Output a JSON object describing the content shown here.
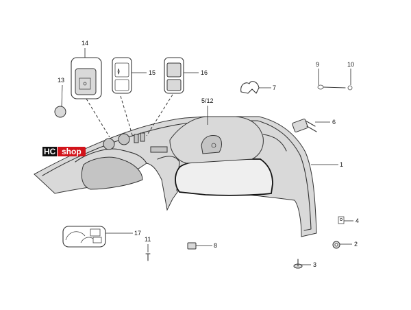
{
  "brand": {
    "hc": "HC",
    "shop": "shop",
    "colors": {
      "hc_bg": "#111111",
      "shop_bg": "#d2141b"
    }
  },
  "callouts": [
    {
      "id": "c1",
      "label": "1"
    },
    {
      "id": "c2",
      "label": "2"
    },
    {
      "id": "c3",
      "label": "3"
    },
    {
      "id": "c4",
      "label": "4"
    },
    {
      "id": "c5",
      "label": "5/12"
    },
    {
      "id": "c6",
      "label": "6"
    },
    {
      "id": "c7",
      "label": "7"
    },
    {
      "id": "c8",
      "label": "8"
    },
    {
      "id": "c9",
      "label": "9"
    },
    {
      "id": "c10",
      "label": "10"
    },
    {
      "id": "c11",
      "label": "11"
    },
    {
      "id": "c13",
      "label": "13"
    },
    {
      "id": "c14",
      "label": "14"
    },
    {
      "id": "c15",
      "label": "15"
    },
    {
      "id": "c16",
      "label": "16"
    },
    {
      "id": "c17",
      "label": "17"
    }
  ]
}
